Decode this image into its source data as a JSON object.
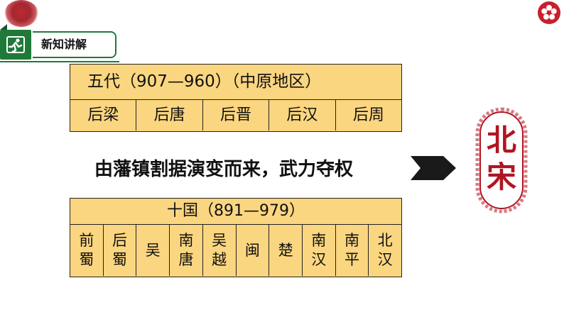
{
  "section_tab": {
    "label": "新知讲解"
  },
  "wudai": {
    "title": "五代（907—960）（中原地区）",
    "dynasties": [
      "后梁",
      "后唐",
      "后晋",
      "后汉",
      "后周"
    ]
  },
  "middle_text": "由藩镇割据演变而来，武力夺权",
  "shiguo": {
    "title": "十国（891—979）",
    "states": [
      "前\n蜀",
      "后\n蜀",
      "吴",
      "南\n唐",
      "吴\n越",
      "闽",
      "楚",
      "南\n汉",
      "南\n平",
      "北\n汉"
    ]
  },
  "result": {
    "text": "北\n宋"
  },
  "colors": {
    "table_fill": "#fbd680",
    "accent_green": "#1f7a3a",
    "seal_red": "#b01522"
  },
  "icons": {
    "tab_icon": "runner-icon",
    "arrow": "chevron-right-arrow-icon",
    "deco": "plum-blossom-icon"
  }
}
